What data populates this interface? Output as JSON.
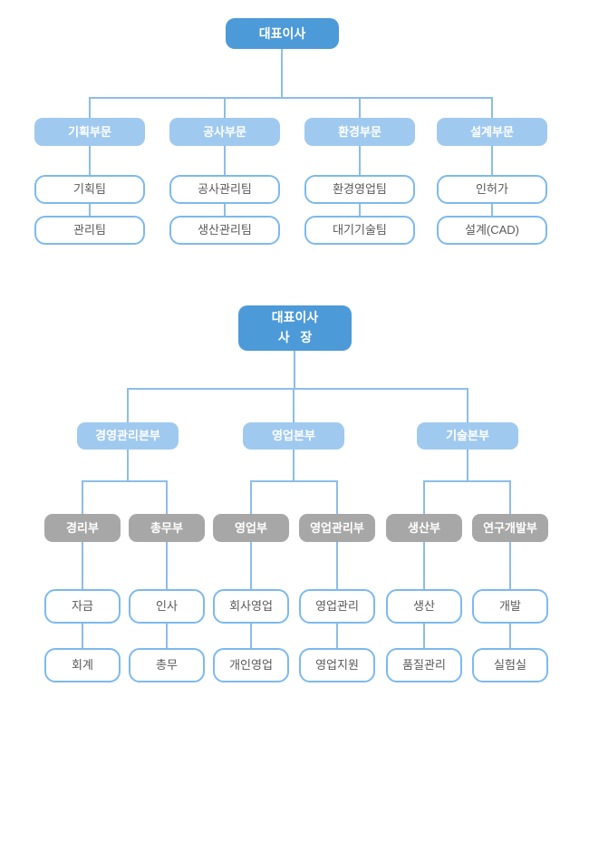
{
  "colors": {
    "root_fill": "#4d9ad8",
    "division_fill": "#a0c9ef",
    "department_fill": "#a7a7a7",
    "team_border": "#7db9ee",
    "team_text": "#595959",
    "line": "#8cbde8"
  },
  "chart1": {
    "root": "대표이사",
    "divisions": [
      {
        "label": "기획부문",
        "teams": [
          "기획팀",
          "관리팀"
        ]
      },
      {
        "label": "공사부문",
        "teams": [
          "공사관리팀",
          "생산관리팀"
        ]
      },
      {
        "label": "환경부문",
        "teams": [
          "환경영업팀",
          "대기기술팀"
        ]
      },
      {
        "label": "설계부문",
        "teams": [
          "인허가",
          "설계(CAD)"
        ]
      }
    ]
  },
  "chart2": {
    "root": {
      "line1": "대표이사",
      "line2": "사   장"
    },
    "headquarters": [
      {
        "label": "경영관리본부",
        "departments": [
          {
            "label": "경리부",
            "teams": [
              "자금",
              "회계"
            ]
          },
          {
            "label": "총무부",
            "teams": [
              "인사",
              "총무"
            ]
          }
        ]
      },
      {
        "label": "영업본부",
        "departments": [
          {
            "label": "영업부",
            "teams": [
              "회사영업",
              "개인영업"
            ]
          },
          {
            "label": "영업관리부",
            "teams": [
              "영업관리",
              "영업지원"
            ]
          }
        ]
      },
      {
        "label": "기술본부",
        "departments": [
          {
            "label": "생산부",
            "teams": [
              "생산",
              "품질관리"
            ]
          },
          {
            "label": "연구개발부",
            "teams": [
              "개발",
              "실험실"
            ]
          }
        ]
      }
    ]
  }
}
